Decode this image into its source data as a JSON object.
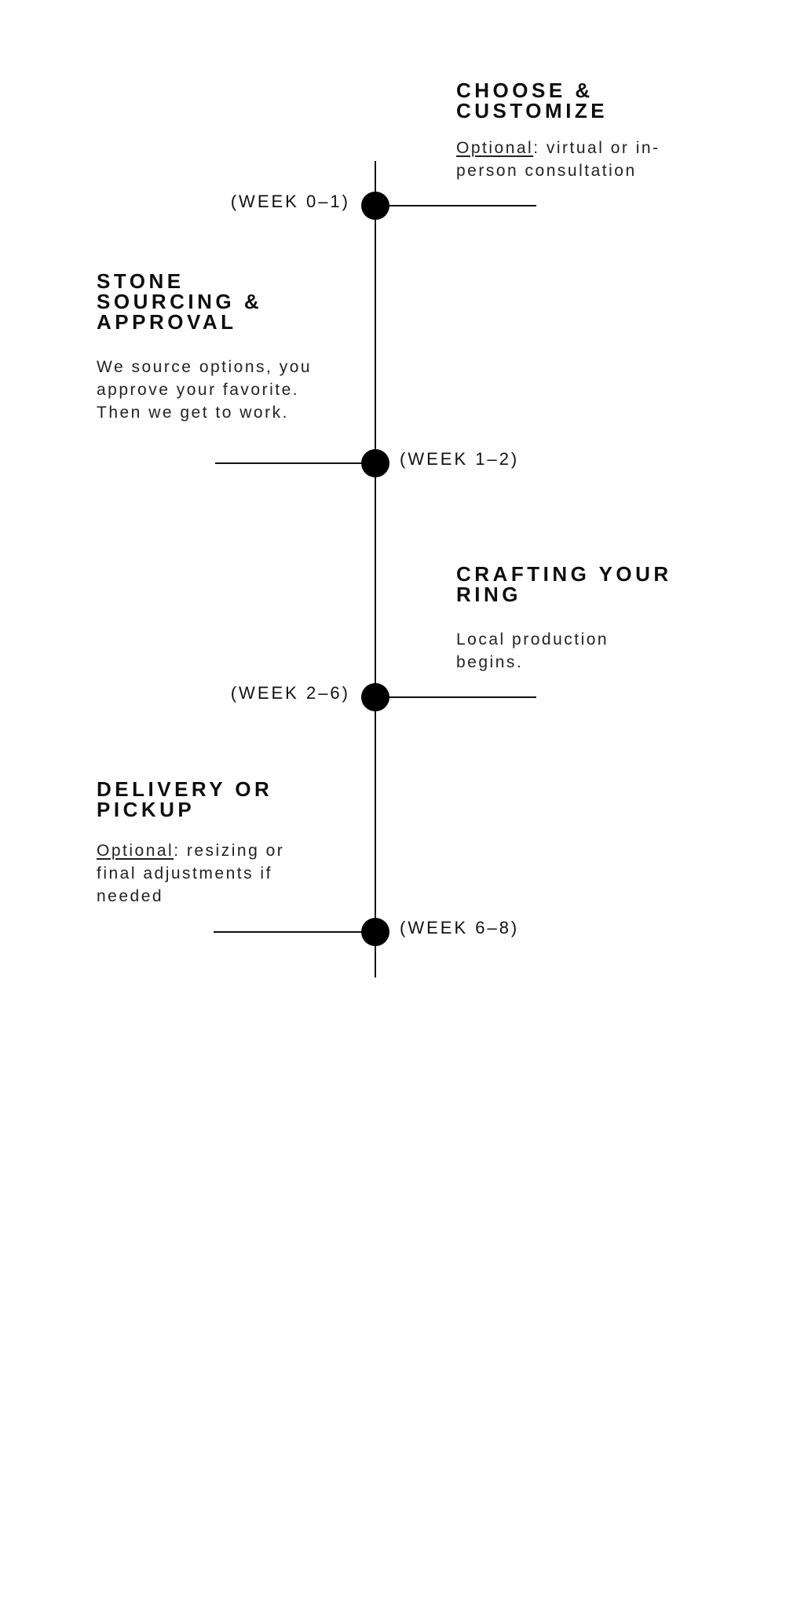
{
  "steps": [
    {
      "title": "CHOOSE & CUSTOMIZE",
      "desc_prefix": "Optional",
      "desc": ": virtual or in-person consultation",
      "week": "(WEEK 0–1)"
    },
    {
      "title": "STONE SOURCING & APPROVAL",
      "desc_prefix": "",
      "desc": "We source options, you approve your favorite. Then we get to work.",
      "week": "(WEEK 1–2)"
    },
    {
      "title": "CRAFTING YOUR RING",
      "desc_prefix": "",
      "desc": "Local production begins.",
      "week": "(WEEK 2–6)"
    },
    {
      "title": "DELIVERY OR PICKUP",
      "desc_prefix": "Optional",
      "desc": ": resizing or final adjustments if needed",
      "week": "(WEEK 6–8)"
    }
  ]
}
